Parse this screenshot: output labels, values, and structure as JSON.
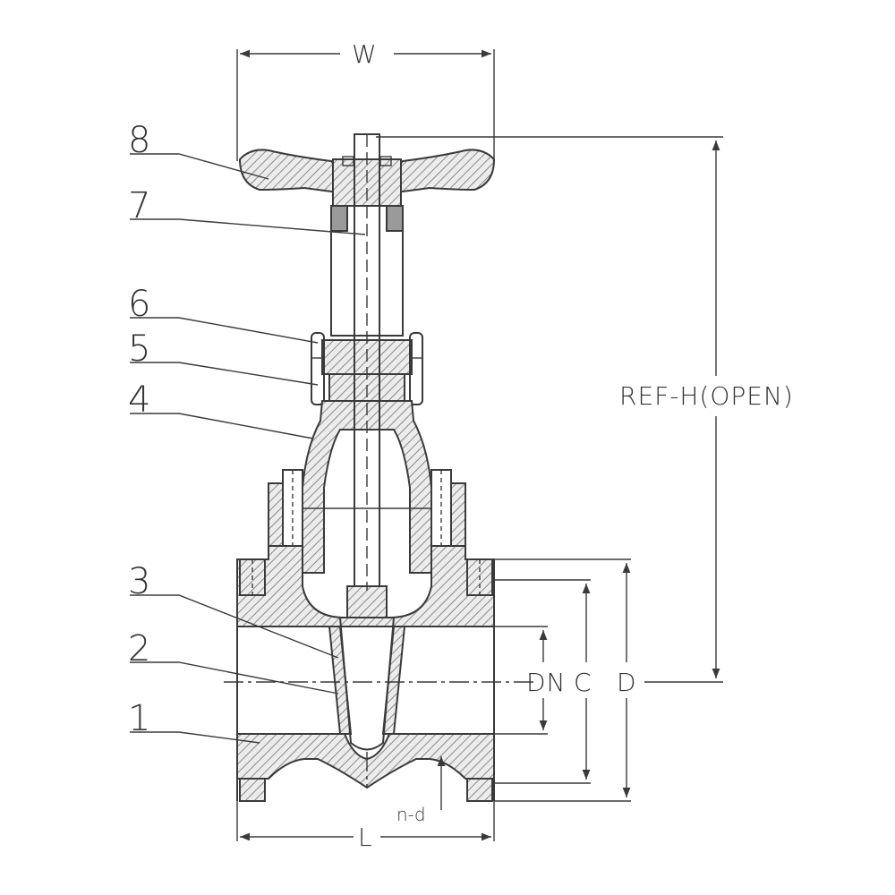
{
  "part_numbers": [
    "1",
    "2",
    "3",
    "4",
    "5",
    "6",
    "7",
    "8"
  ],
  "dimensions": {
    "width": "W",
    "height": "REF-H(OPEN)",
    "nominal_diameter": "DN",
    "bolt_circle": "C",
    "flange_diameter": "D",
    "length": "L",
    "holes": "n-d"
  },
  "colors": {
    "line": "#3a3a3a",
    "background": "#ffffff"
  }
}
